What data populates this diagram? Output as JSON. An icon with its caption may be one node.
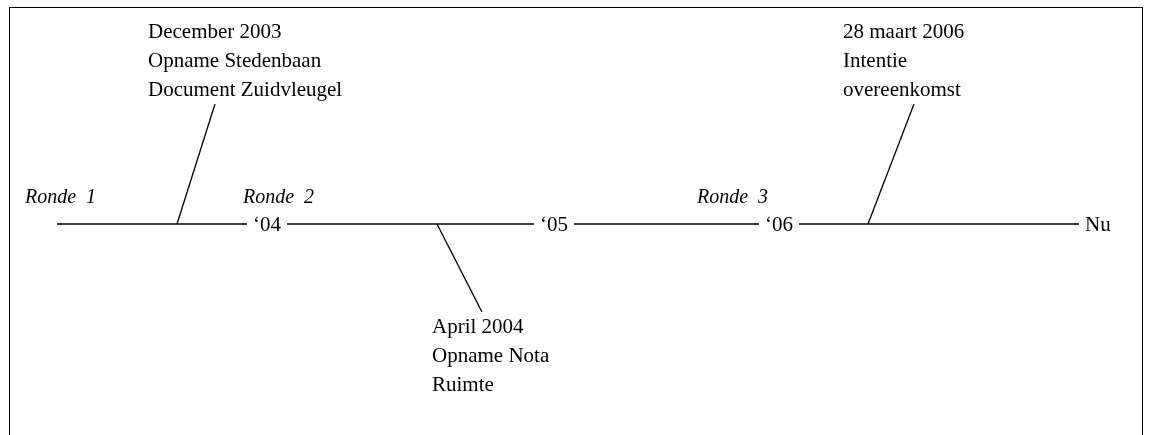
{
  "diagram": {
    "nodes": [
      {
        "text": [
          "December 2003",
          "Opname Stedenbaan Document Zuidvleugel"
        ]
      },
      {
        "text": [
          "28 maart 2006",
          "Intentie overeenkomst"
        ]
      },
      {
        "text": [
          "‘04"
        ]
      },
      {
        "text": [
          "‘05"
        ]
      },
      {
        "text": [
          "‘06"
        ]
      },
      {
        "text": [
          "Nu"
        ]
      },
      {
        "text": [
          "April 2004",
          "Opname Nota Ruimte"
        ]
      }
    ],
    "edges": [
      {
        "from": null,
        "to": 2,
        "arrow": "none"
      },
      {
        "from": 2,
        "to": 3,
        "arrow": "none"
      },
      {
        "from": 3,
        "to": 4,
        "arrow": "none"
      },
      {
        "from": 4,
        "to": 5,
        "arrow": "none"
      },
      {
        "from": 0,
        "to": null,
        "arrow": "none"
      },
      {
        "from": 1,
        "to": null,
        "arrow": "none"
      },
      {
        "from": 6,
        "to": null,
        "arrow": "none"
      }
    ],
    "labels": [
      "Ronde  1",
      "Ronde  2",
      "Ronde  3"
    ]
  }
}
